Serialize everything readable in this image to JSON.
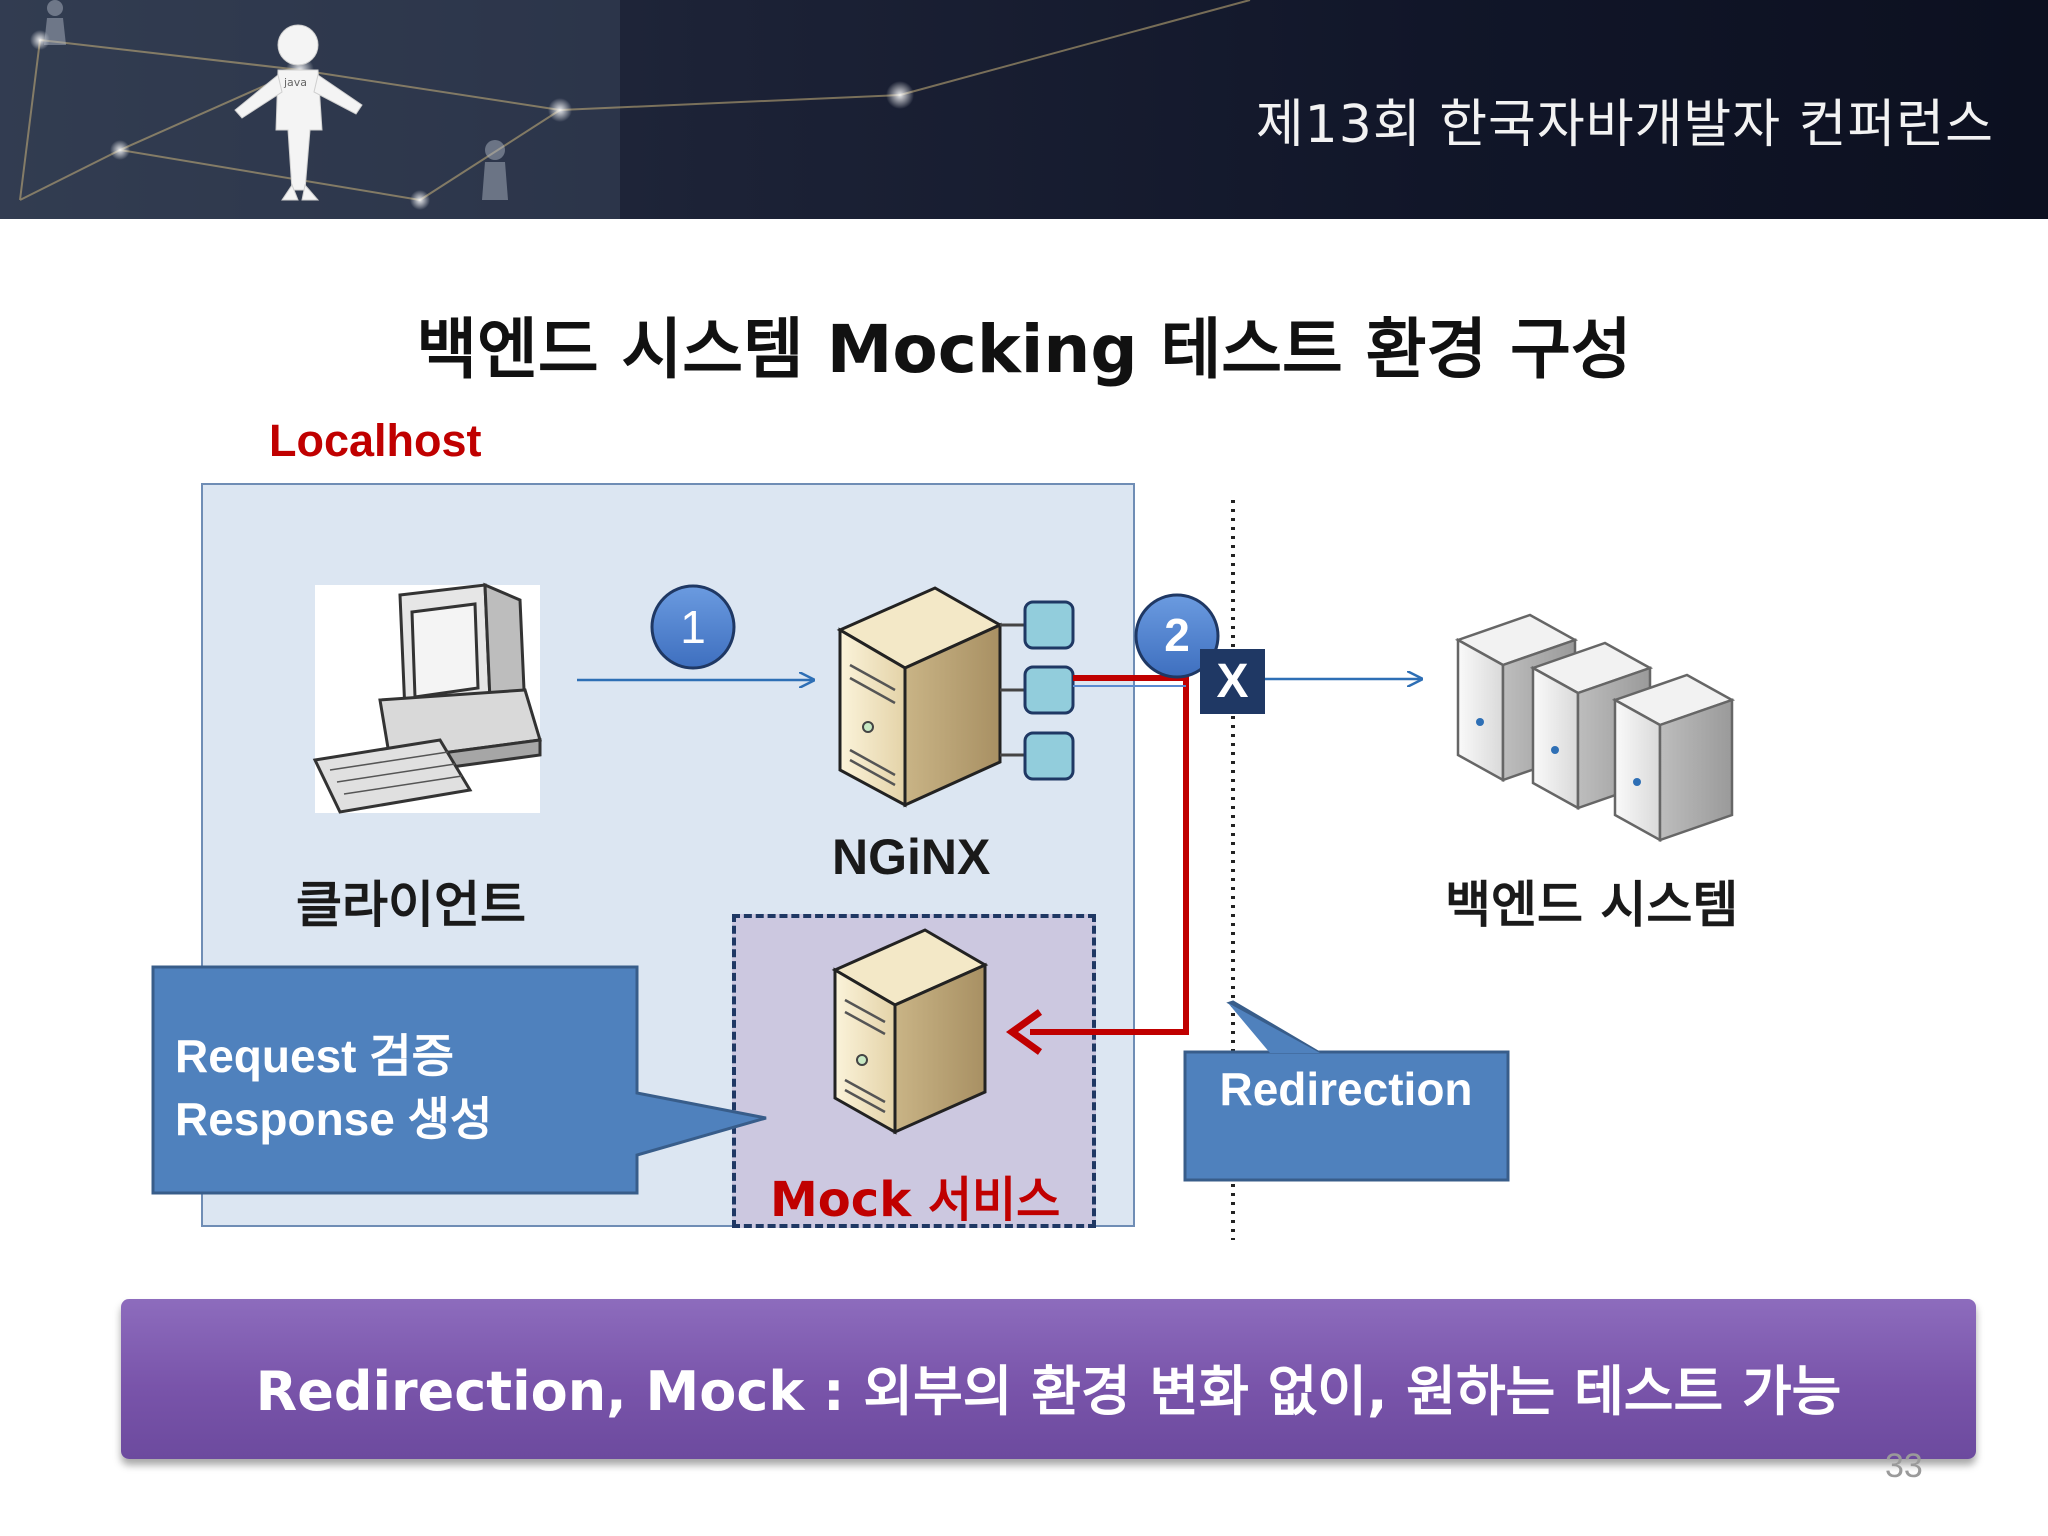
{
  "header": {
    "conference_title": "제13회 한국자바개발자 컨퍼런스",
    "mascot_badge": "java"
  },
  "slide": {
    "title": "백엔드 시스템 Mocking 테스트 환경 구성",
    "page_number": "33"
  },
  "diagram": {
    "localhost_label": "Localhost",
    "client_label": "클라이언트",
    "nginx_label": "NGiNX",
    "backend_label": "백엔드 시스템",
    "mock_label": "Mock 서비스",
    "step1": "1",
    "step2": "2",
    "blocked_mark": "X",
    "callout_request": {
      "line1": "Request  검증",
      "line2": "Response  생성"
    },
    "callout_redirection": "Redirection"
  },
  "footer_banner": {
    "text": "Redirection, Mock : 외부의 환경 변화 없이, 원하는 테스트 가능"
  },
  "colors": {
    "accent_red": "#c00000",
    "box_fill": "#dce6f2",
    "callout_blue": "#4f81bd",
    "step_blue": "#4a7fcf",
    "banner_purple": "#7954aa",
    "dark_navy": "#1f3864"
  }
}
